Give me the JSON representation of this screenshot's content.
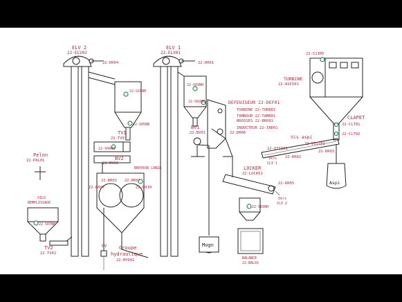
{
  "labels": {
    "elv2_title": "ELV 2",
    "elv2_code": "22-ELV02",
    "dr04": "22-DR04",
    "s16nh": "22-S16NH",
    "s05nb": "22-S05NB",
    "tv1_title": "TV1",
    "tv01": "22-TV01",
    "s04nh": "22-S04NH",
    "bv2_title": "BV2",
    "bv02": "22-BV02",
    "broyeur": "BROYEUR LONZA",
    "br01": "22-BR01",
    "br02": "22-BR02",
    "dr07": "22-DR07",
    "dr10": "22-DR10",
    "pelon_title": "Pelon",
    "pal01": "22-PAL01",
    "silo_title": "SILO",
    "silo_sub": "REMPLISSAGE",
    "s07nb": "22-S07NB",
    "tv2_title": "TV2",
    "tv02": "22-TV02",
    "fv": "FV",
    "groupe_1": "Groupe",
    "groupe_2": "hydraulique",
    "hyd01": "22-HYD01",
    "elv1_title": "ELV 1",
    "elv1_code": "22-ELV01",
    "dr01": "22-DR01",
    "s03nh": "22-S03NH",
    "s02nb": "22-S02NB",
    "bv1_title": "BV1",
    "bv01": "22-BV01",
    "dr06": "22-DR06",
    "mogn": "Mogn",
    "defeuiseur": "DEFEUISEUR 22-DEF01",
    "turbine_row": "TURBINE   22-TURB01",
    "tambour_row": "TAMBOUR  22-TAMB01",
    "brosses_row": "BROSSES  22-BRO01",
    "inducteur_row": "INDUCTEUR 22-IND01",
    "locker_title": "LOCKER",
    "locker_code": "22-LOCK01",
    "dr05": "22-DR05",
    "vers_clv2_1": "Vers",
    "vers_clv2_2": "CLV 2",
    "s01nh": "22-S01NH",
    "balance_1": "BALANCE",
    "balance_2": "22-BAL01",
    "vers_clv1_1": "Vers",
    "vers_clv1_2": "CLV 1",
    "vis_aspi": "Vis aspi",
    "visi02": "22-VISI02",
    "visi01": "22-VISI01",
    "dr02": "22-DR02",
    "dr03": "22-DR03",
    "s13pd": "22-S13PD",
    "turbine_title": "TURBINE",
    "aspi01": "22-ASPI01",
    "clapet_title": "CLAPET",
    "clt01": "22-CLT01",
    "clt02": "22-CLT02",
    "aspi": "Aspi"
  }
}
